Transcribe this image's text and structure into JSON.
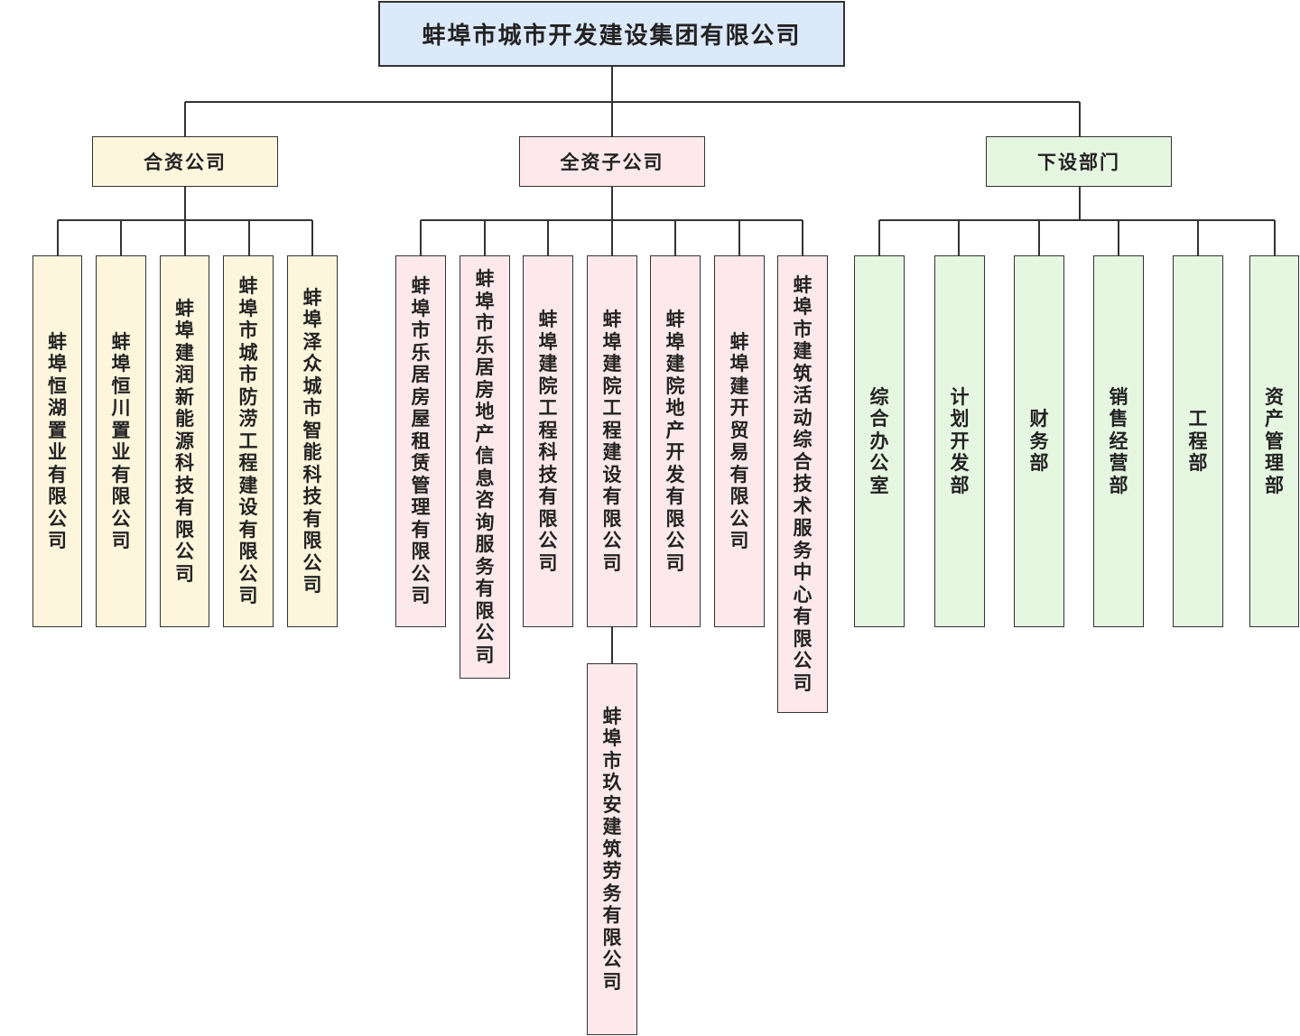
{
  "root": {
    "label": "蚌埠市城市开发建设集团有限公司"
  },
  "categories": [
    {
      "label": "合资公司",
      "color": "#fdf6dd",
      "items": [
        "蚌埠恒湖置业有限公司",
        "蚌埠恒川置业有限公司",
        "蚌埠建润新能源科技有限公司",
        "蚌埠市城市防涝工程建设有限公司",
        "蚌埠泽众城市智能科技有限公司"
      ]
    },
    {
      "label": "全资子公司",
      "color": "#fde9ec",
      "items": [
        "蚌埠市乐居房屋租赁管理有限公司",
        "蚌埠市乐居房地产信息咨询服务有限公司",
        "蚌埠建院工程科技有限公司",
        "蚌埠建院工程建设有限公司",
        "蚌埠建院地产开发有限公司",
        "蚌埠建开贸易有限公司",
        "蚌埠市建筑活动综合技术服务中心有限公司"
      ],
      "sub_item": "蚌埠市玖安建筑劳务有限公司"
    },
    {
      "label": "下设部门",
      "color": "#e6f7e1",
      "items": [
        "综合办公室",
        "计划开发部",
        "财务部",
        "销售经营部",
        "工程部",
        "资产管理部"
      ]
    }
  ]
}
